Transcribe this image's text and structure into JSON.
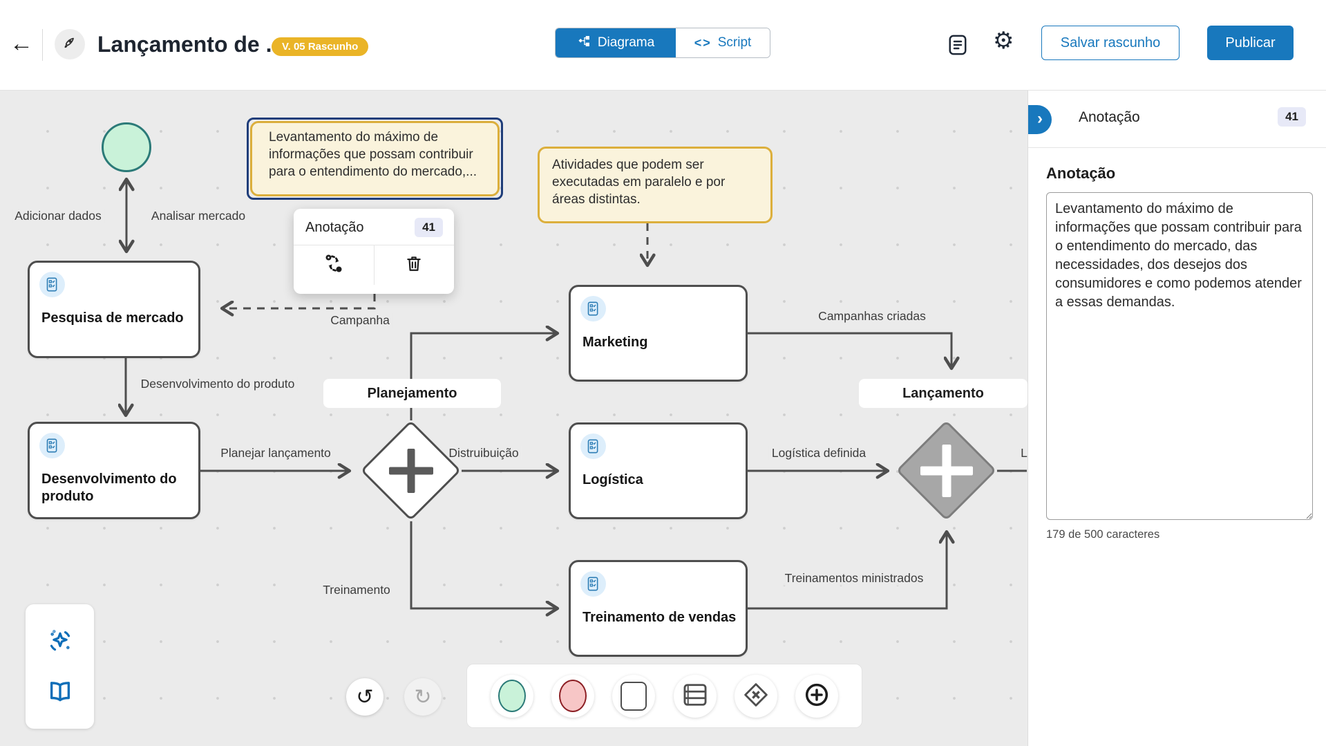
{
  "header": {
    "title": "Lançamento de ...",
    "version_badge": "V. 05 Rascunho",
    "tabs": {
      "diagrama": "Diagrama",
      "script": "Script"
    },
    "save_draft": "Salvar rascunho",
    "publish": "Publicar"
  },
  "canvas": {
    "nodes": {
      "pesquisa": "Pesquisa de mercado",
      "desenvolvimento": "Desenvolvimento do produto",
      "marketing": "Marketing",
      "logistica": "Logística",
      "treinamento_vendas": "Treinamento de vendas"
    },
    "gateways": {
      "planejamento": "Planejamento",
      "lancamento": "Lançamento"
    },
    "edge_labels": {
      "adicionar_dados": "Adicionar dados",
      "analisar_mercado": "Analisar mercado",
      "desenvolvimento_do_produto": "Desenvolvimento do produto",
      "campanha": "Campanha",
      "planejar_lancamento": "Planejar lançamento",
      "distruibuicao": "Distruibuição",
      "treinamento": "Treinamento",
      "campanhas_criadas": "Campanhas criadas",
      "logistica_definida": "Logística definida",
      "treinamentos_ministrados": "Treinamentos ministrados",
      "lancamento_truncado": "L"
    },
    "annotations": {
      "selecionada": "Levantamento do máximo de informações que possam contribuir para o entendimento do mercado,...",
      "paralelas": "Atividades que podem ser executadas em paralelo e por áreas distintas."
    },
    "context_menu": {
      "title": "Anotação",
      "badge": "41"
    }
  },
  "panel": {
    "header_title": "Anotação",
    "badge": "41",
    "section_title": "Anotação",
    "annotation_text": "Levantamento do máximo de informações que possam contribuir para o entendimento do mercado, das necessidades, dos desejos dos consumidores e como podemos atender a essas demandas.",
    "char_counter": "179 de 500 caracteres"
  },
  "icons": {
    "back": "←",
    "gear": "⚙",
    "undo": "↺",
    "redo": "↻",
    "panel_chevron": "›",
    "script_code": "<>"
  },
  "colors": {
    "accent": "#1878bd",
    "version_gold": "#eab427",
    "annotation_fill": "#faf3dc",
    "annotation_border": "#dcaf3c",
    "selection_blue": "#1f3d7a",
    "start_event_fill": "#c9f2d9",
    "start_event_border": "#2b7a78",
    "end_event_fill": "#f7c6c6",
    "end_event_border": "#8c1f24",
    "gateway_parallel_fill": "#a7a7a7"
  }
}
